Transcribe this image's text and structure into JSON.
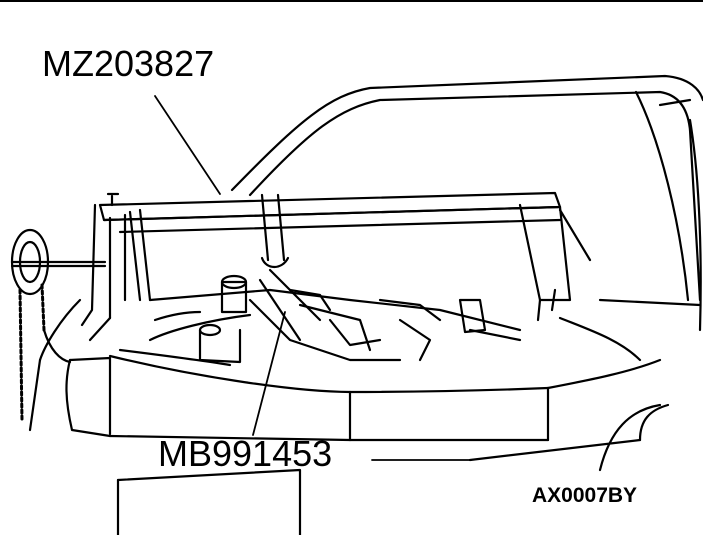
{
  "labels": {
    "tool_top": "MZ203827",
    "tool_bottom": "MB991453",
    "figure_code": "AX0007BY"
  },
  "colors": {
    "line": "#000000",
    "background": "#ffffff"
  }
}
